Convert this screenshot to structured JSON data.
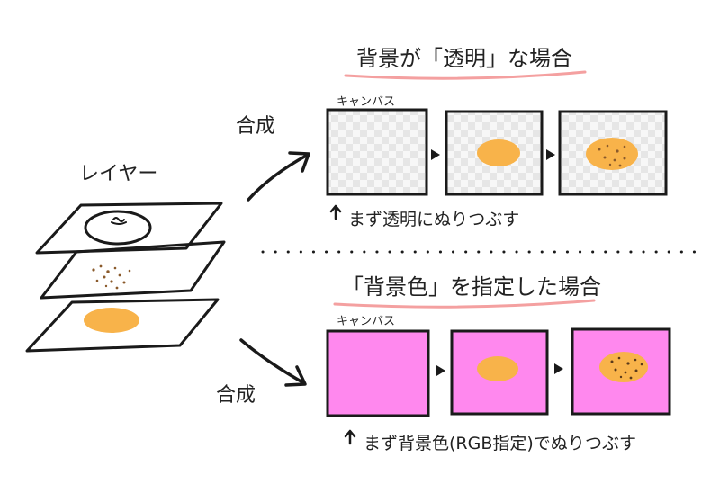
{
  "layers": {
    "title": "レイヤー"
  },
  "arrows": {
    "composite_top": "合成",
    "composite_bottom": "合成"
  },
  "transparent_section": {
    "heading": "背景が「透明」な場合",
    "canvas_label": "キャンバス",
    "caption": "まず透明にぬりつぶす"
  },
  "background_color_section": {
    "heading": "「背景色」を指定した場合",
    "canvas_label": "キャンバス",
    "caption": "まず背景色(RGB指定)でぬりつぶす",
    "fill_color": "#ff88ee"
  },
  "colors": {
    "ink": "#1a1a1a",
    "underline": "#f4a0a0",
    "cookie": "#f8b34a",
    "checker": "#e9e9e9",
    "magenta": "#ff88ee"
  }
}
